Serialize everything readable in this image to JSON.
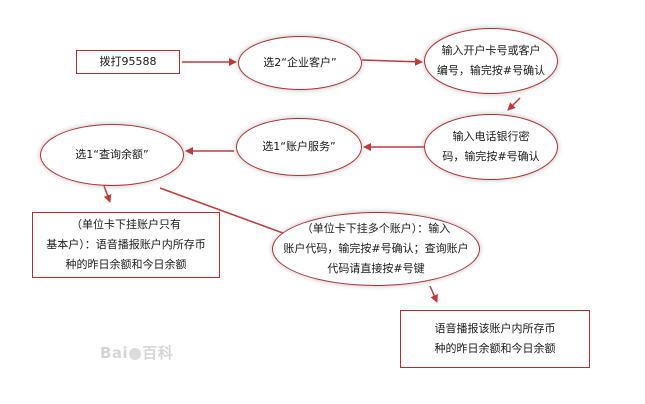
{
  "colors": {
    "border": "#b03030",
    "arrow": "#c0393b",
    "text": "#1a1a1a"
  },
  "nodes": {
    "dial": "拨打95588",
    "select_corporate": "选2“企业客户”",
    "enter_account": "输入开户卡号或客户\n编号，输完按#号确认",
    "enter_password": "输入电话银行密\n码，输完按#号确认",
    "select_account_service": "选1“账户服务”",
    "select_balance_query": "选1“查询余额”",
    "single_account": "（单位卡下挂账户只有\n基本户）：语音播报账户内所存币\n种的昨日余额和今日余额",
    "multiple_accounts": "（单位卡下挂多个账户）：输入\n账户代码，输完按#号确认；查询账户\n代码请直接按#号键",
    "broadcast_result": "语音播报该账户内所存币\n种的昨日余额和今日余额"
  },
  "watermark": {
    "left": "Bai",
    "right": "百科"
  }
}
